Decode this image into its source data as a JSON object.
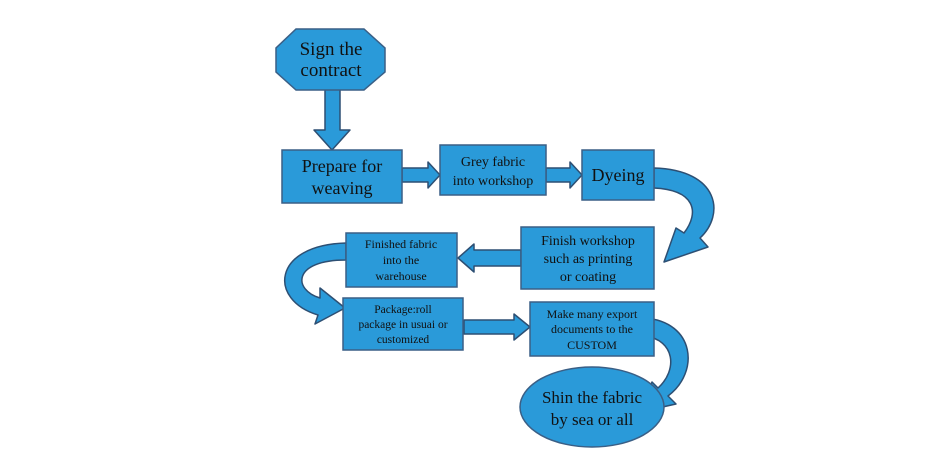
{
  "colors": {
    "node_fill": "#2a9ad9",
    "node_stroke": "#3a5f86",
    "arrow_fill": "#2a9ad9",
    "arrow_stroke": "#2d4f73",
    "text": "#111111",
    "background": "#ffffff"
  },
  "nodes": {
    "sign": {
      "line1": "Sign the",
      "line2": "contract"
    },
    "prepare": {
      "line1": "Prepare for",
      "line2": "weaving"
    },
    "grey": {
      "line1": "Grey fabric",
      "line2": "into workshop"
    },
    "dyeing": {
      "line1": "Dyeing"
    },
    "finish": {
      "line1": "Finish workshop",
      "line2": "such as printing",
      "line3": "or coating"
    },
    "finished": {
      "line1": "Finished fabric",
      "line2": "into the",
      "line3": "warehouse"
    },
    "package": {
      "line1": "Package:roll",
      "line2": "package in usuai or",
      "line3": "customized"
    },
    "docs": {
      "line1": "Make many export",
      "line2": "documents to the",
      "line3": "CUSTOM"
    },
    "ship": {
      "line1": "Shin the fabric",
      "line2": "by sea or all"
    }
  }
}
